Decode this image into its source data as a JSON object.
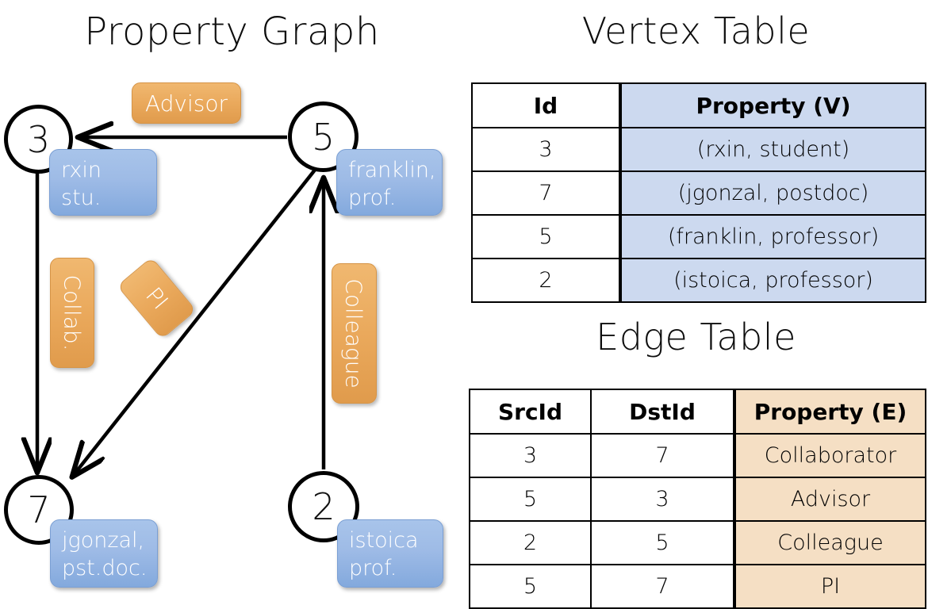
{
  "titles": {
    "property_graph": "Property Graph",
    "vertex_table": "Vertex Table",
    "edge_table": "Edge Table"
  },
  "graph": {
    "vertices": [
      {
        "id": "3",
        "name": "rxin",
        "role": "stu."
      },
      {
        "id": "5",
        "name": "franklin,",
        "role": "prof."
      },
      {
        "id": "7",
        "name": "jgonzal,",
        "role": "pst.doc."
      },
      {
        "id": "2",
        "name": "istoica",
        "role": "prof."
      }
    ],
    "edge_labels": [
      {
        "label": "Advisor"
      },
      {
        "label": "Collab."
      },
      {
        "label": "PI"
      },
      {
        "label": "Colleague"
      }
    ]
  },
  "vertex_table": {
    "headers": [
      "Id",
      "Property (V)"
    ],
    "rows": [
      {
        "id": "3",
        "property": "(rxin, student)"
      },
      {
        "id": "7",
        "property": "(jgonzal, postdoc)"
      },
      {
        "id": "5",
        "property": "(franklin, professor)"
      },
      {
        "id": "2",
        "property": "(istoica, professor)"
      }
    ]
  },
  "edge_table": {
    "headers": [
      "SrcId",
      "DstId",
      "Property (E)"
    ],
    "rows": [
      {
        "src": "3",
        "dst": "7",
        "property": "Collaborator"
      },
      {
        "src": "5",
        "dst": "3",
        "property": "Advisor"
      },
      {
        "src": "2",
        "dst": "5",
        "property": "Colleague"
      },
      {
        "src": "5",
        "dst": "7",
        "property": "PI"
      }
    ]
  },
  "colors": {
    "vertex_property_fill": "#ccd9ef",
    "edge_property_fill": "#f5dfc4",
    "node_box_blue": "#9ebbe6",
    "edge_label_orange": "#eaa95c",
    "stroke": "#000000"
  }
}
